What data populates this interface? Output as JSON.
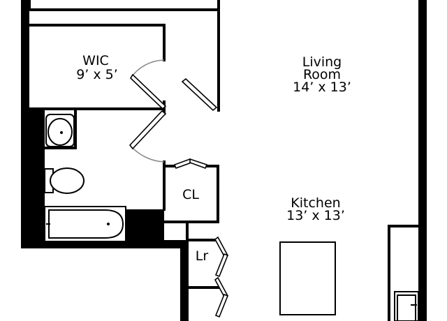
{
  "rooms": {
    "wic": {
      "name": "WIC",
      "size": "9’ x 5’"
    },
    "living": {
      "name_line1": "Living",
      "name_line2": "Room",
      "size": "14’ x 13’"
    },
    "kitchen": {
      "name": "Kitchen",
      "size": "13’ x 13’"
    },
    "closet": {
      "name": "CL"
    },
    "linen": {
      "name": "Lr"
    }
  }
}
